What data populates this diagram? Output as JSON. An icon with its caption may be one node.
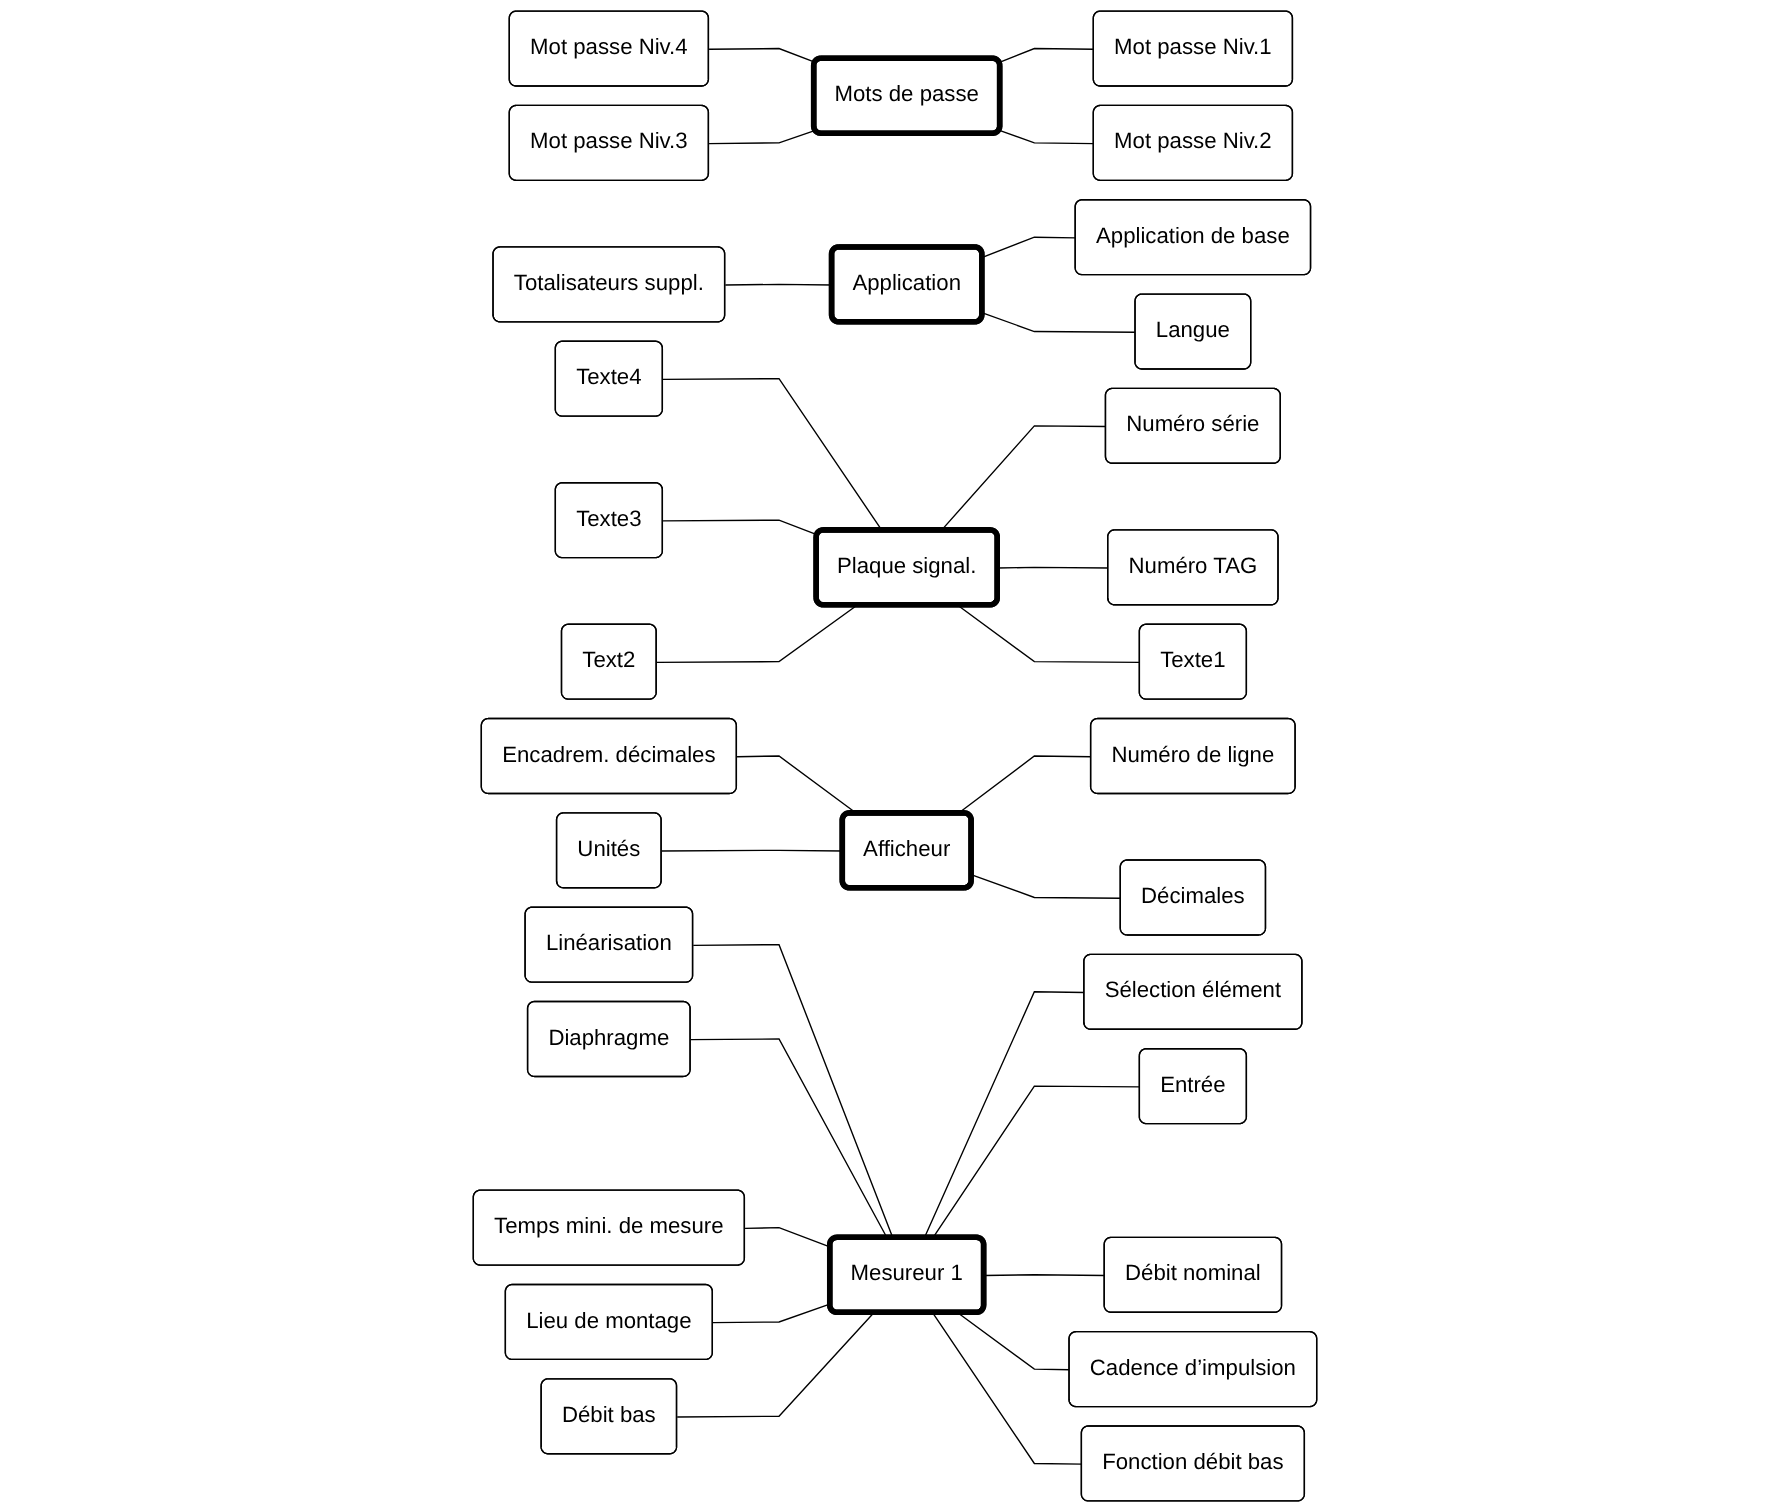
{
  "diagram": {
    "nodes": [
      {
        "text": [
          "Mots de passe"
        ]
      },
      {
        "text": [
          "Mot passe Niv.4"
        ]
      },
      {
        "text": [
          "Mot passe Niv.3"
        ]
      },
      {
        "text": [
          "Mot passe Niv.1"
        ]
      },
      {
        "text": [
          "Mot passe Niv.2"
        ]
      },
      {
        "text": [
          "Application"
        ]
      },
      {
        "text": [
          "Application de base"
        ]
      },
      {
        "text": [
          "Langue"
        ]
      },
      {
        "text": [
          "Totalisateurs suppl."
        ]
      },
      {
        "text": [
          "Plaque signal."
        ]
      },
      {
        "text": [
          "Texte4"
        ]
      },
      {
        "text": [
          "Texte3"
        ]
      },
      {
        "text": [
          "Text2"
        ]
      },
      {
        "text": [
          "Numéro série"
        ]
      },
      {
        "text": [
          "Numéro TAG"
        ]
      },
      {
        "text": [
          "Texte1"
        ]
      },
      {
        "text": [
          "Afficheur"
        ]
      },
      {
        "text": [
          "Encadrem. décimales"
        ]
      },
      {
        "text": [
          "Unités"
        ]
      },
      {
        "text": [
          "Numéro de ligne"
        ]
      },
      {
        "text": [
          "Décimales"
        ]
      },
      {
        "text": [
          "Mesureur 1"
        ]
      },
      {
        "text": [
          "Linéarisation"
        ]
      },
      {
        "text": [
          "Diaphragme"
        ]
      },
      {
        "text": [
          "Temps mini. de mesure"
        ]
      },
      {
        "text": [
          "Lieu de montage"
        ]
      },
      {
        "text": [
          "Débit bas"
        ]
      },
      {
        "text": [
          "Sélection élément"
        ]
      },
      {
        "text": [
          "Entrée"
        ]
      },
      {
        "text": [
          "Débit nominal"
        ]
      },
      {
        "text": [
          "Cadence d’impulsion"
        ]
      },
      {
        "text": [
          "Fonction débit bas"
        ]
      }
    ],
    "edges": [
      {
        "from": 1,
        "to": 0,
        "arrow": "none"
      },
      {
        "from": 2,
        "to": 0,
        "arrow": "none"
      },
      {
        "from": 0,
        "to": 3,
        "arrow": "none"
      },
      {
        "from": 0,
        "to": 4,
        "arrow": "none"
      },
      {
        "from": 5,
        "to": 6,
        "arrow": "none"
      },
      {
        "from": 5,
        "to": 7,
        "arrow": "none"
      },
      {
        "from": 8,
        "to": 5,
        "arrow": "none"
      },
      {
        "from": 10,
        "to": 9,
        "arrow": "none"
      },
      {
        "from": 11,
        "to": 9,
        "arrow": "none"
      },
      {
        "from": 12,
        "to": 9,
        "arrow": "none"
      },
      {
        "from": 9,
        "to": 13,
        "arrow": "none"
      },
      {
        "from": 9,
        "to": 14,
        "arrow": "none"
      },
      {
        "from": 9,
        "to": 15,
        "arrow": "none"
      },
      {
        "from": 17,
        "to": 16,
        "arrow": "none"
      },
      {
        "from": 18,
        "to": 16,
        "arrow": "none"
      },
      {
        "from": 16,
        "to": 19,
        "arrow": "none"
      },
      {
        "from": 16,
        "to": 20,
        "arrow": "none"
      },
      {
        "from": 22,
        "to": 21,
        "arrow": "none"
      },
      {
        "from": 23,
        "to": 21,
        "arrow": "none"
      },
      {
        "from": 24,
        "to": 21,
        "arrow": "none"
      },
      {
        "from": 25,
        "to": 21,
        "arrow": "none"
      },
      {
        "from": 26,
        "to": 21,
        "arrow": "none"
      },
      {
        "from": 21,
        "to": 27,
        "arrow": "none"
      },
      {
        "from": 21,
        "to": 28,
        "arrow": "none"
      },
      {
        "from": 21,
        "to": 29,
        "arrow": "none"
      },
      {
        "from": 21,
        "to": 30,
        "arrow": "none"
      },
      {
        "from": 21,
        "to": 31,
        "arrow": "none"
      }
    ]
  }
}
